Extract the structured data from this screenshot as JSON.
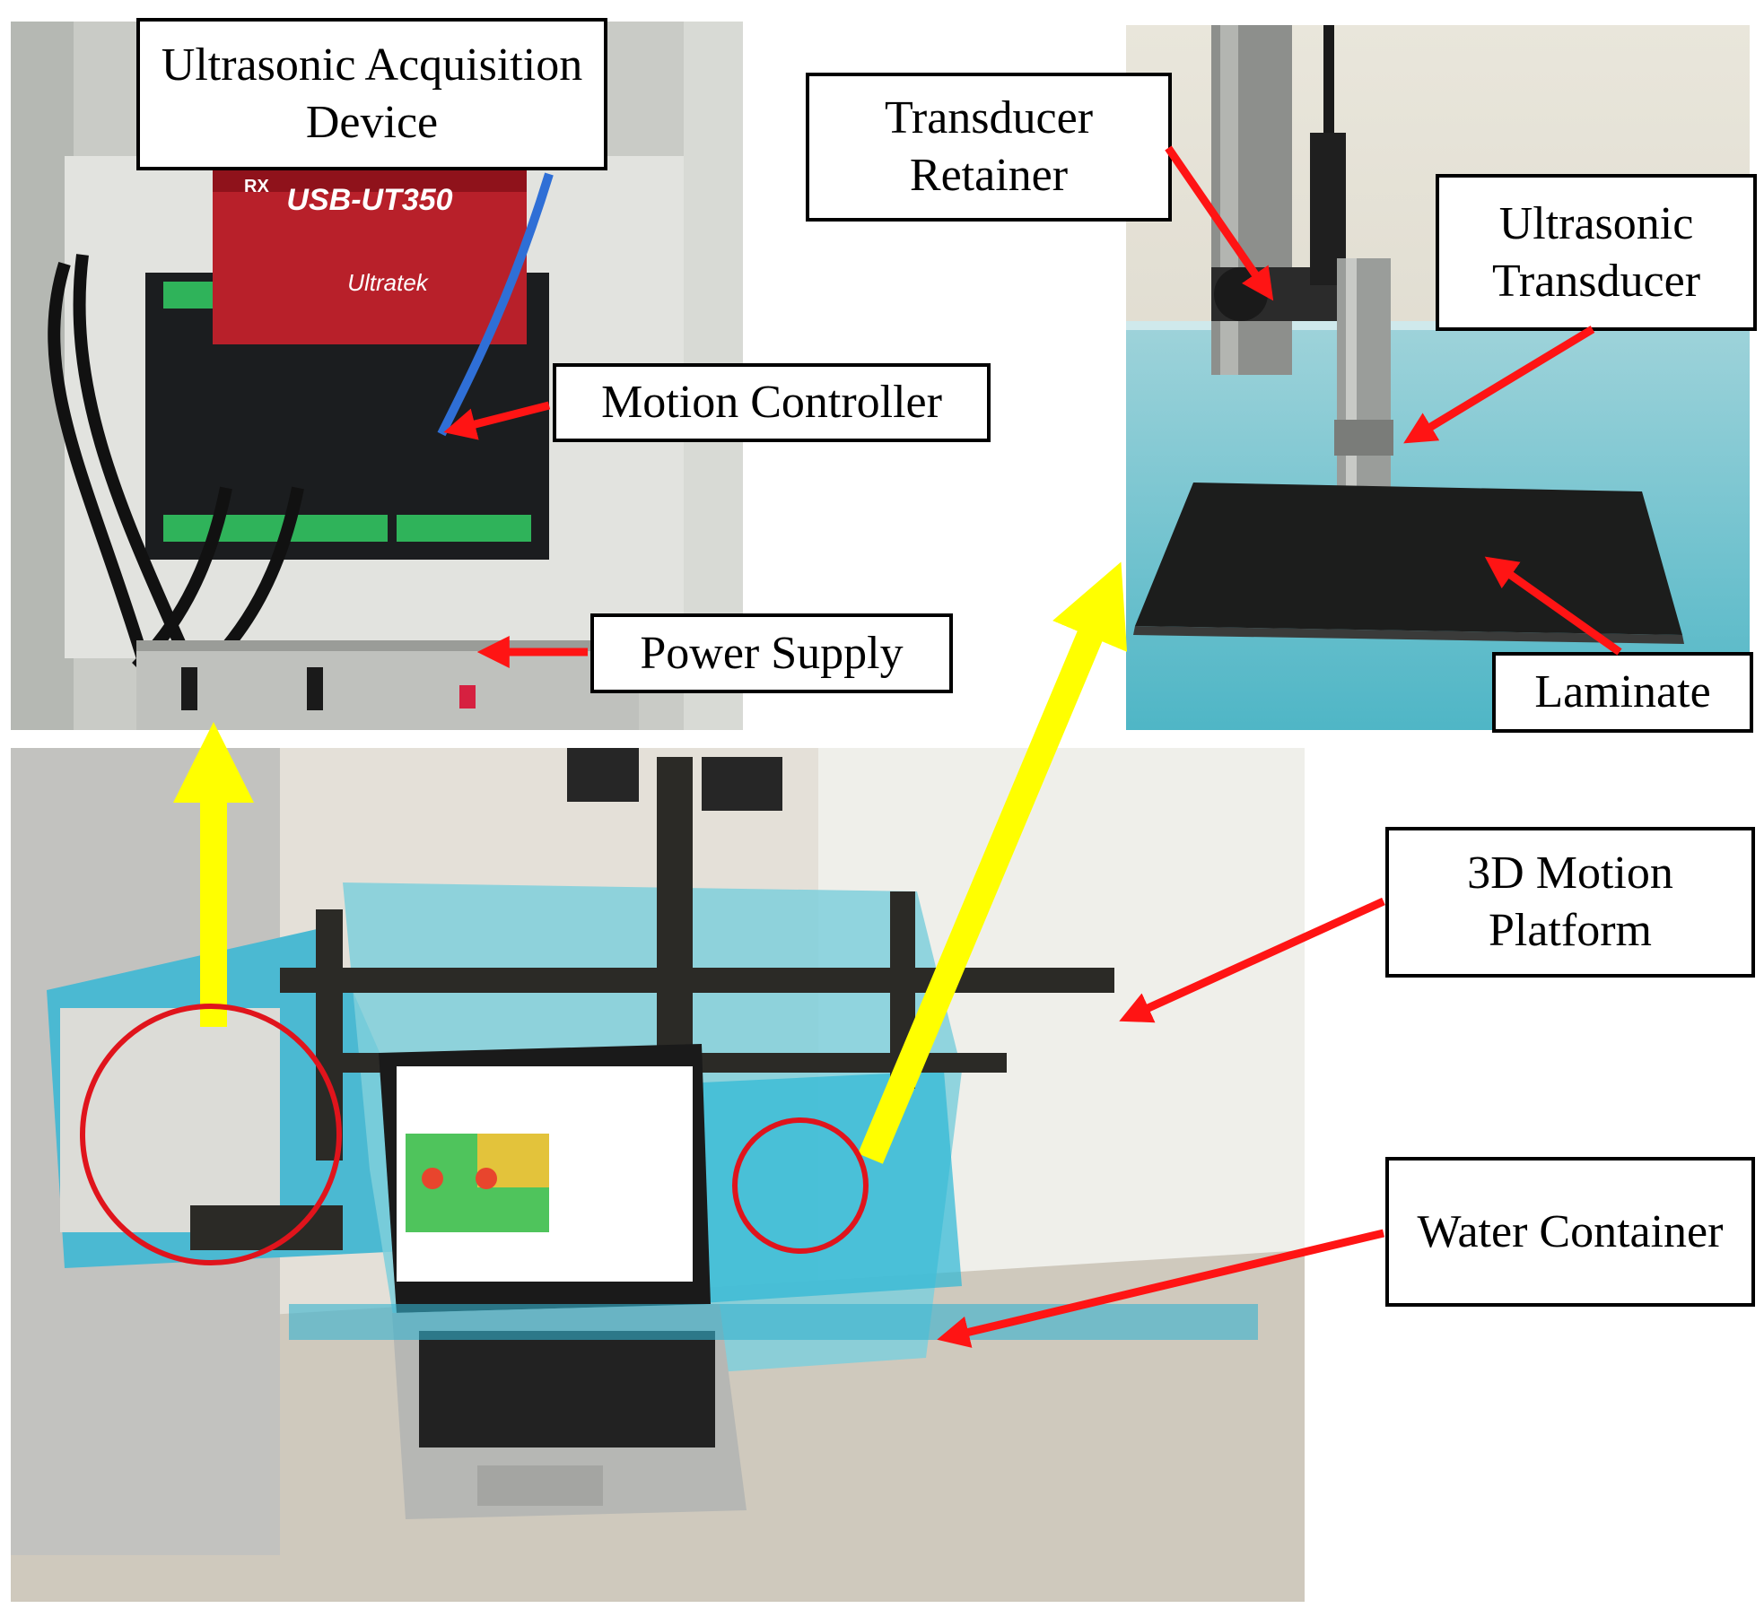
{
  "labels": {
    "acquisition": "Ultrasonic Acquisition\nDevice",
    "motion_controller": "Motion Controller",
    "power_supply": "Power Supply",
    "transducer_retainer": "Transducer\nRetainer",
    "ultrasonic_transducer": "Ultrasonic\nTransducer",
    "laminate": "Laminate",
    "motion_platform": "3D Motion\nPlatform",
    "water_container": "Water Container"
  },
  "device_text": {
    "model": "USB-UT350",
    "brand": "Ultratek",
    "rx": "RX"
  },
  "colors": {
    "arrow_red": "#ff1414",
    "arrow_yellow": "#ffff00",
    "circle_red": "#e0141c",
    "label_border": "#000000"
  }
}
